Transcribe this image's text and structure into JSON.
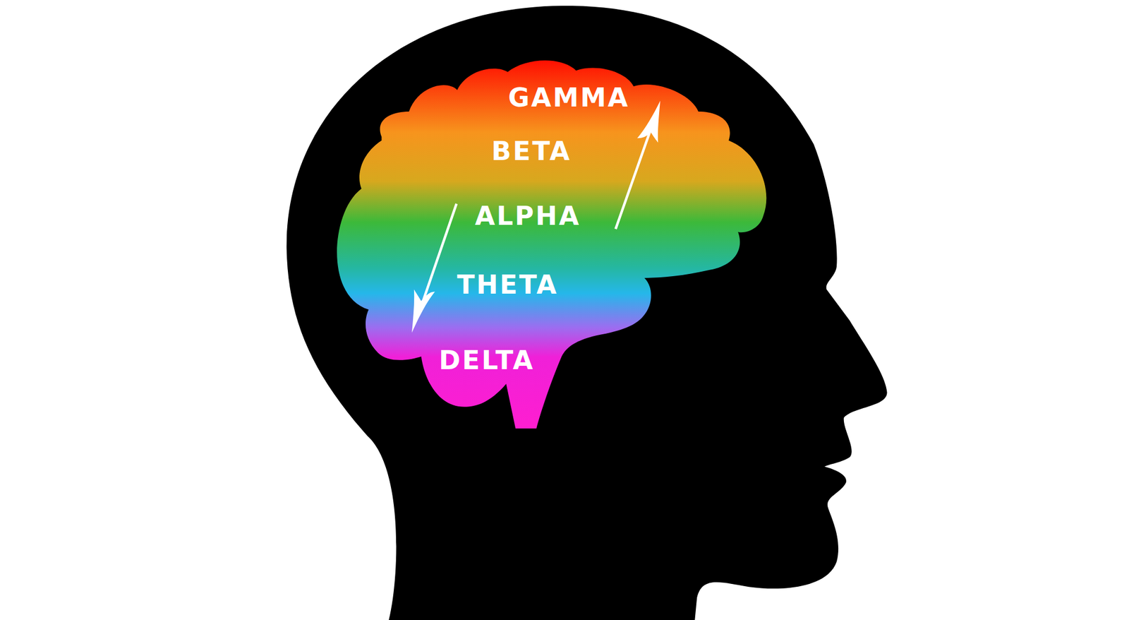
{
  "diagram": {
    "labels": [
      "GAMMA",
      "BETA",
      "ALPHA",
      "THETA",
      "DELTA"
    ]
  }
}
